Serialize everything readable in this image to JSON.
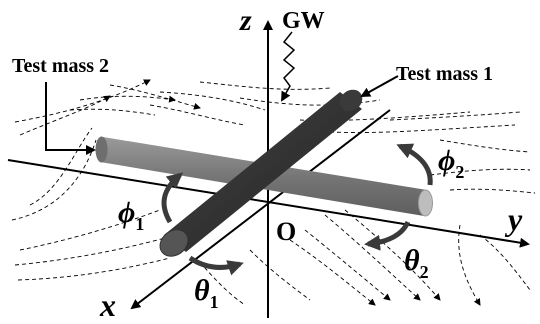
{
  "labels": {
    "z_axis": "z",
    "gw": "GW",
    "test_mass_1": "Test mass 1",
    "test_mass_2": "Test mass 2",
    "origin": "O",
    "x_axis": "x",
    "y_axis": "y",
    "phi": "ϕ",
    "theta": "θ",
    "sub_1": "1",
    "sub_2": "2"
  },
  "colors": {
    "rod_dark": "#3a3a3a",
    "rod_dark_end": "#555555",
    "rod_light": "#7a7a7a",
    "rod_light_end": "#bdbdbd",
    "rotation_arrow": "#3a3a3a"
  }
}
